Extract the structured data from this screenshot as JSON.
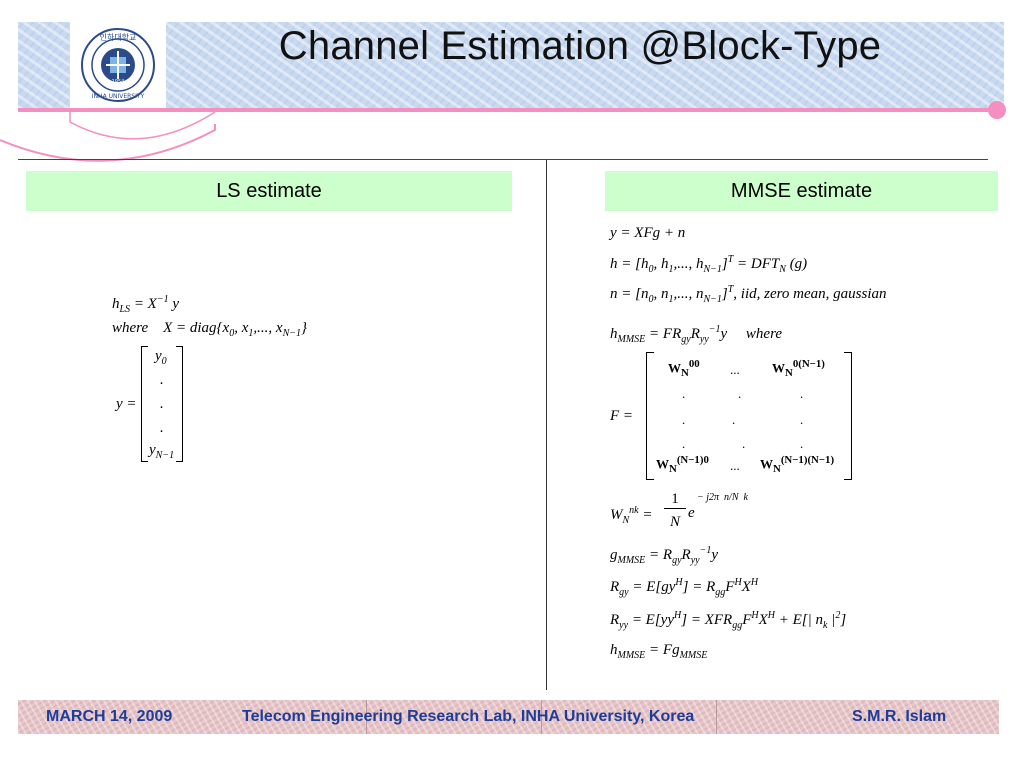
{
  "slide": {
    "title": "Channel Estimation @Block-Type",
    "logo_text": [
      "인하대학교",
      "INHA UNIVERSITY",
      "1954"
    ]
  },
  "ls": {
    "heading": "LS estimate",
    "eq1": "h_LS = X^-1 y",
    "eq2_where": "where",
    "eq2": "X = diag{x0, x1, ..., xN-1}",
    "vector_lhs": "y =",
    "vector": [
      "y0",
      ".",
      ".",
      ".",
      "yN-1"
    ]
  },
  "mmse": {
    "heading": "MMSE estimate",
    "lines": [
      "y = XFg + n",
      "h = [h0, h1, ..., hN-1]^T = DFT_N(g)",
      "n = [n0, n1, ..., nN-1]^T, iid, zero mean, gaussian",
      "h_MMSE = F R_gy R_yy^-1 y     where"
    ],
    "F_lhs": "F =",
    "F_matrix": [
      [
        "W_N^00",
        "...",
        "W_N^0(N-1)"
      ],
      [
        ".",
        ".",
        "."
      ],
      [
        ".",
        ".",
        "."
      ],
      [
        ".",
        ".",
        "."
      ],
      [
        "W_N^(N-1)0",
        "...",
        "W_N^(N-1)(N-1)"
      ]
    ],
    "twiddle": "W_N^nk = (1/N) e^(-j2π (n/N) k)",
    "lines2": [
      "g_MMSE = R_gy R_yy^-1 y",
      "R_gy = E[g y^H] = R_gg F^H X^H",
      "R_yy = E[y y^H] = X F R_gg F^H X^H + E[|n_k|^2]",
      "h_MMSE = F g_MMSE"
    ]
  },
  "footer": {
    "date": "MARCH 14, 2009",
    "lab": "Telecom Engineering Research Lab, INHA University, Korea",
    "author": "S.M.R. Islam"
  },
  "colors": {
    "header_band": "#c9d9ef",
    "accent_pink": "#f48fc0",
    "section_head_bg": "#ccffcc",
    "footer_bg": "#e6c6c9",
    "footer_text": "#1f3c99"
  }
}
